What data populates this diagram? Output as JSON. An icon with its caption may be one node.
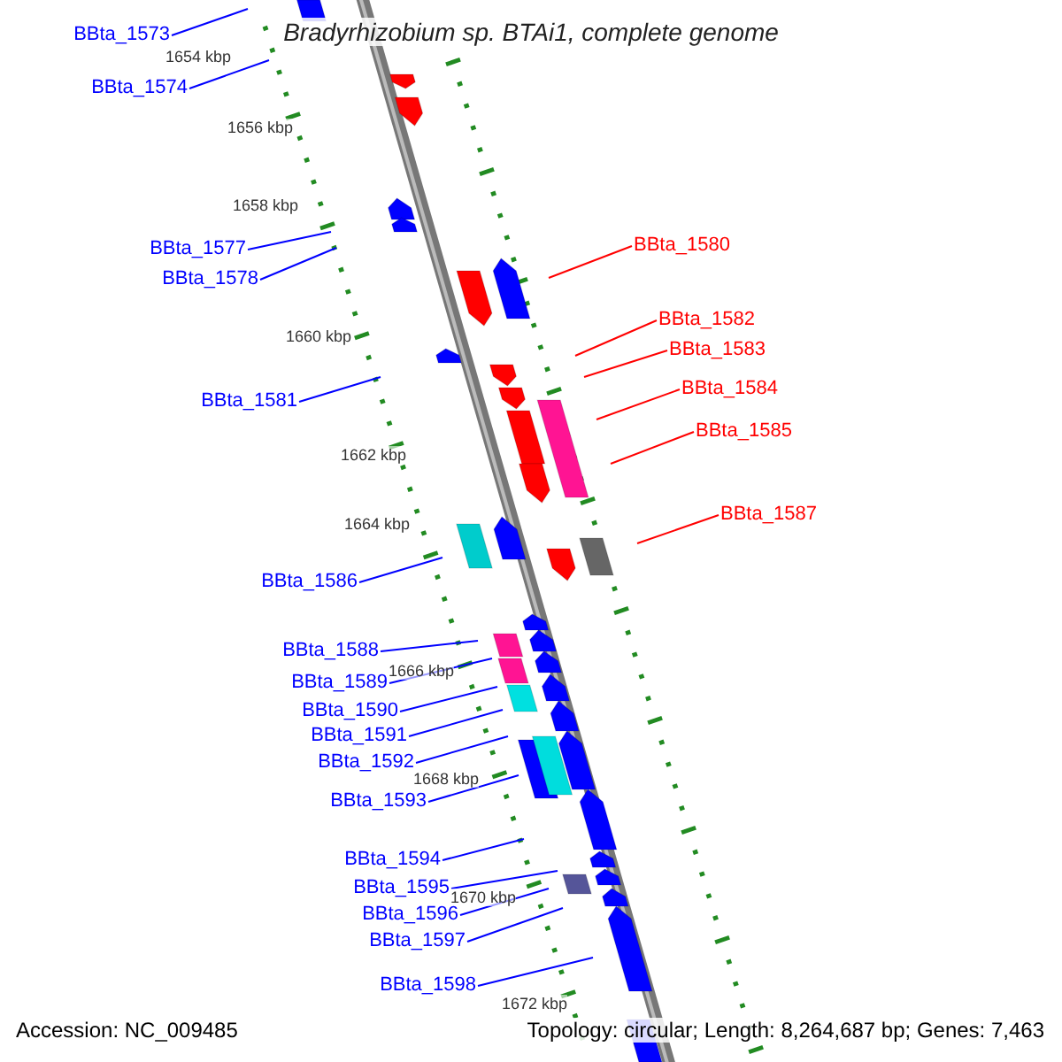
{
  "diagram": {
    "title": "Bradyrhizobium sp. BTAi1, complete genome",
    "nodes": [
      {
        "text": [
          "BBta_1573"
        ]
      },
      {
        "text": [
          "BBta_1574"
        ]
      },
      {
        "text": [
          "BBta_1577"
        ]
      },
      {
        "text": [
          "BBta_1578"
        ]
      },
      {
        "text": [
          "BBta_1580"
        ]
      },
      {
        "text": [
          "BBta_1582"
        ]
      },
      {
        "text": [
          "BBta_1583"
        ]
      },
      {
        "text": [
          "BBta_1584"
        ]
      },
      {
        "text": [
          "BBta_1581"
        ]
      },
      {
        "text": [
          "BBta_1585"
        ]
      },
      {
        "text": [
          "BBta_1587"
        ]
      },
      {
        "text": [
          "BBta_1586"
        ]
      },
      {
        "text": [
          "BBta_1588"
        ]
      },
      {
        "text": [
          "BBta_1589"
        ]
      },
      {
        "text": [
          "BBta_1590"
        ]
      },
      {
        "text": [
          "BBta_1591"
        ]
      },
      {
        "text": [
          "BBta_1592"
        ]
      },
      {
        "text": [
          "BBta_1593"
        ]
      },
      {
        "text": [
          "BBta_1594"
        ]
      },
      {
        "text": [
          "BBta_1595"
        ]
      },
      {
        "text": [
          "BBta_1596"
        ]
      },
      {
        "text": [
          "BBta_1597"
        ]
      },
      {
        "text": [
          "BBta_1598"
        ]
      }
    ],
    "edges": [
      {
        "from": 0,
        "to": null,
        "arrow": "none"
      },
      {
        "from": 1,
        "to": null,
        "arrow": "none"
      },
      {
        "from": 2,
        "to": null,
        "arrow": "none"
      },
      {
        "from": 3,
        "to": null,
        "arrow": "none"
      },
      {
        "from": 4,
        "to": null,
        "arrow": "none",
        "color": "#ff0000"
      },
      {
        "from": 5,
        "to": null,
        "arrow": "none",
        "color": "#ff0000"
      },
      {
        "from": 6,
        "to": null,
        "arrow": "none",
        "color": "#ff0000"
      },
      {
        "from": 7,
        "to": null,
        "arrow": "none",
        "color": "#ff0000"
      },
      {
        "from": 8,
        "to": null,
        "arrow": "none"
      },
      {
        "from": 9,
        "to": null,
        "arrow": "none",
        "color": "#ff0000"
      },
      {
        "from": 10,
        "to": null,
        "arrow": "none",
        "color": "#ff0000"
      },
      {
        "from": 11,
        "to": null,
        "arrow": "none"
      },
      {
        "from": 12,
        "to": null,
        "arrow": "none"
      },
      {
        "from": 13,
        "to": null,
        "arrow": "none"
      },
      {
        "from": 14,
        "to": null,
        "arrow": "none"
      },
      {
        "from": 15,
        "to": null,
        "arrow": "none"
      },
      {
        "from": 16,
        "to": null,
        "arrow": "none"
      },
      {
        "from": 17,
        "to": null,
        "arrow": "none"
      },
      {
        "from": 18,
        "to": null,
        "arrow": "none"
      },
      {
        "from": 19,
        "to": null,
        "arrow": "none"
      },
      {
        "from": 20,
        "to": null,
        "arrow": "none"
      },
      {
        "from": 21,
        "to": null,
        "arrow": "none"
      },
      {
        "from": 22,
        "to": null,
        "arrow": "none"
      }
    ],
    "labels": [
      "1654 kbp",
      "1656 kbp",
      "1658 kbp",
      "1660 kbp",
      "1662 kbp",
      "1664 kbp",
      "1666 kbp",
      "1668 kbp",
      "1670 kbp",
      "1672 kbp",
      "Accession: NC_009485",
      "Topology: circular; Length: 8,264,687 bp; Genes: 7,463"
    ]
  }
}
